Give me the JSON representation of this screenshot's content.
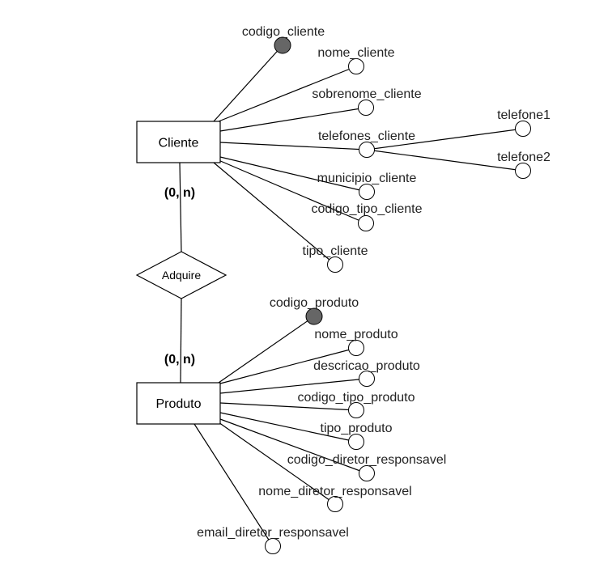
{
  "colors": {
    "line": "#000000",
    "key_fill": "#666666",
    "attr_fill": "#ffffff",
    "text": "#222222"
  },
  "entities": {
    "cliente": {
      "label": "Cliente",
      "attributes": {
        "codigo_cliente": {
          "label": "codigo_cliente",
          "key": true
        },
        "nome_cliente": {
          "label": "nome_cliente",
          "key": false
        },
        "sobrenome_cliente": {
          "label": "sobrenome_cliente",
          "key": false
        },
        "telefones_cliente": {
          "label": "telefones_cliente",
          "key": false
        },
        "municipio_cliente": {
          "label": "municipio_cliente",
          "key": false
        },
        "codigo_tipo_cliente": {
          "label": "codigo_tipo_cliente",
          "key": false
        },
        "tipo_cliente": {
          "label": "tipo_cliente",
          "key": false
        },
        "telefone1": {
          "label": "telefone1",
          "key": false
        },
        "telefone2": {
          "label": "telefone2",
          "key": false
        }
      }
    },
    "produto": {
      "label": "Produto",
      "attributes": {
        "codigo_produto": {
          "label": "codigo_produto",
          "key": true
        },
        "nome_produto": {
          "label": "nome_produto",
          "key": false
        },
        "descricao_produto": {
          "label": "descricao_produto",
          "key": false
        },
        "codigo_tipo_produto": {
          "label": "codigo_tipo_produto",
          "key": false
        },
        "tipo_produto": {
          "label": "tipo_produto",
          "key": false
        },
        "codigo_diretor_responsavel": {
          "label": "codigo_diretor_responsavel",
          "key": false
        },
        "nome_diretor_responsavel": {
          "label": "nome_diretor_responsavel",
          "key": false
        },
        "email_diretor_responsavel": {
          "label": "email_diretor_responsavel",
          "key": false
        }
      }
    }
  },
  "relationship": {
    "label": "Adquire",
    "cardinality_cliente": "(0, n)",
    "cardinality_produto": "(0, n)"
  }
}
